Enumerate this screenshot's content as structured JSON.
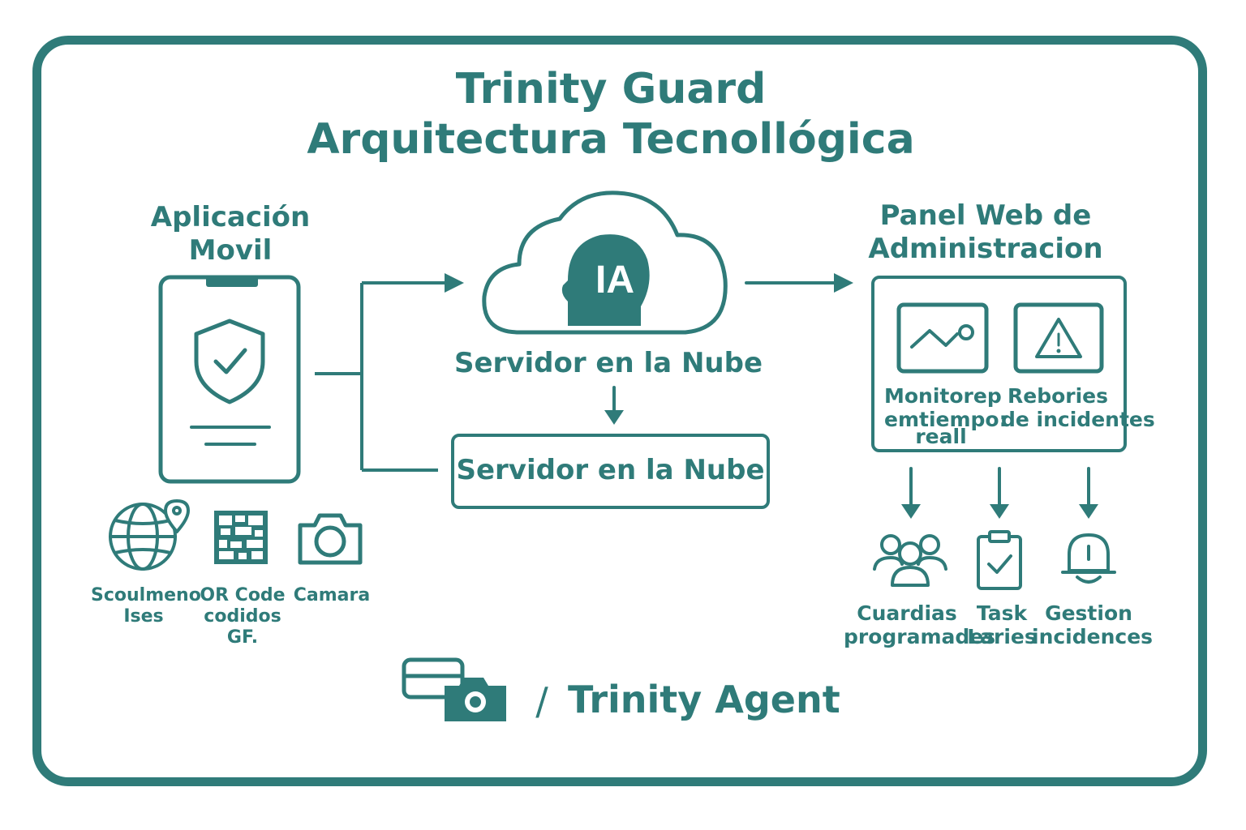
{
  "title": {
    "line1": "Trinity Guard",
    "line2": "Arquitectura Tecnollógica"
  },
  "mobile": {
    "title_line1": "Aplicación",
    "title_line2": "Movil",
    "features": [
      {
        "icon": "globe-location-icon",
        "line1": "Scoulmeno",
        "line2": "Ises"
      },
      {
        "icon": "qr-code-icon",
        "line1": "OR Code",
        "line2": "codidos",
        "line3": "GF."
      },
      {
        "icon": "camera-icon",
        "line1": "Camara"
      }
    ]
  },
  "cloud": {
    "ai_label": "IA",
    "caption": "Servidor en la Nube",
    "box_label": "Servidor en la Nube"
  },
  "panel": {
    "title_line1": "Panel Web de",
    "title_line2": "Administracion",
    "monitor": {
      "line1": "Monitorep",
      "line2": "emtiempo:",
      "line3": "reall"
    },
    "reports": {
      "line1": "Rebories",
      "line2": "de incidentes"
    },
    "outputs": [
      {
        "icon": "people-group-icon",
        "line1": "Cuardias",
        "line2": "programades"
      },
      {
        "icon": "clipboard-check-icon",
        "line1": "Task",
        "line2": "Laries"
      },
      {
        "icon": "bell-icon",
        "line1": "Gestion",
        "line2": "incidences"
      }
    ]
  },
  "footer": {
    "separator": "/",
    "label": "Trinity Agent"
  },
  "colors": {
    "accent": "#2f7b79",
    "background": "#ffffff"
  }
}
